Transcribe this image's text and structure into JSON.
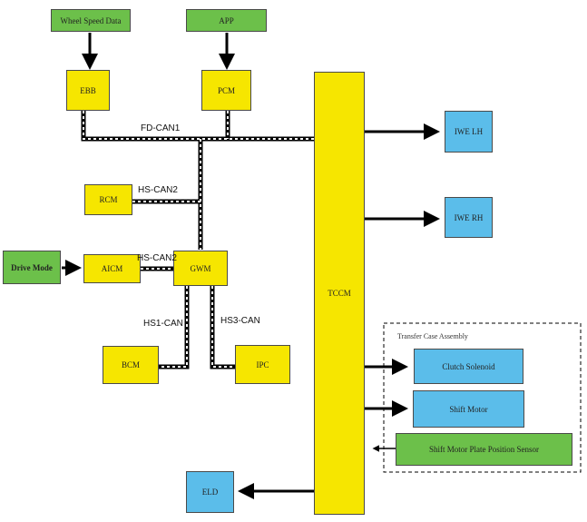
{
  "nodes": {
    "wheel_speed": "Wheel Speed Data",
    "app": "APP",
    "ebb": "EBB",
    "pcm": "PCM",
    "rcm": "RCM",
    "drive_mode": "Drive Mode",
    "aicm": "AICM",
    "gwm": "GWM",
    "bcm": "BCM",
    "ipc": "IPC",
    "tccm": "TCCM",
    "iwe_lh": "IWE LH",
    "iwe_rh": "IWE RH",
    "clutch_solenoid": "Clutch Solenoid",
    "shift_motor": "Shift Motor",
    "shift_sensor": "Shift Motor Plate Position Sensor",
    "eld": "ELD"
  },
  "buses": {
    "fd_can1": "FD-CAN1",
    "hs_can2_rcm": "HS-CAN2",
    "hs_can2_aicm": "HS-CAN2",
    "hs1_can": "HS1-CAN",
    "hs3_can": "HS3-CAN"
  },
  "groups": {
    "transfer_case": "Transfer Case Assembly"
  },
  "colors": {
    "controller": "#f6e600",
    "input": "#6cc04a",
    "actuator": "#5bbdea"
  }
}
